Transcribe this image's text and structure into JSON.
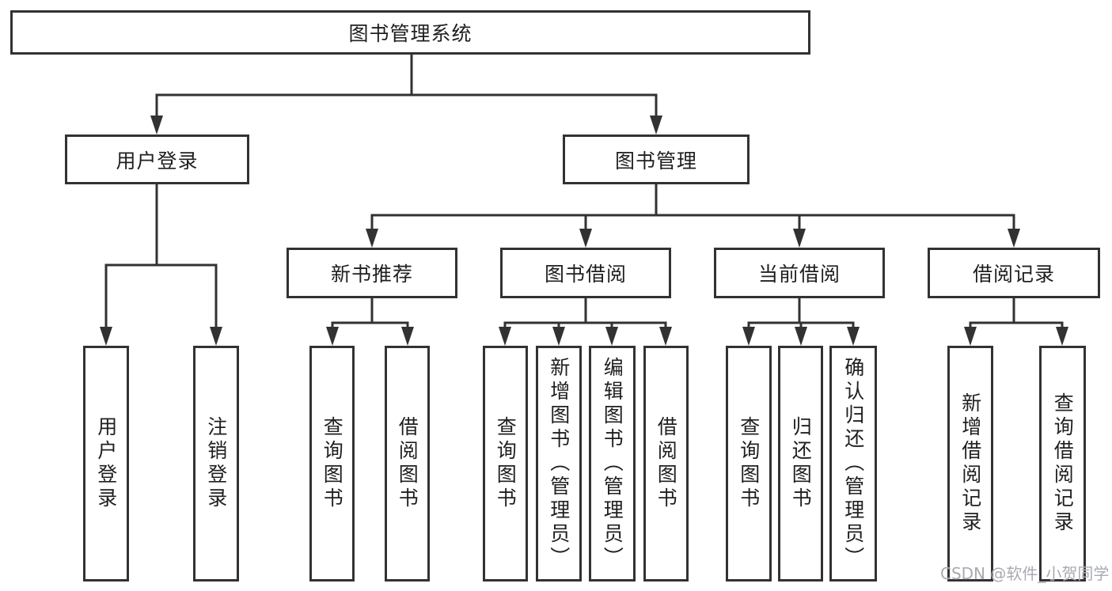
{
  "colors": {
    "line": "#323232",
    "text": "#1f1f1f",
    "background": "#ffffff",
    "watermark": "#a2a7ac"
  },
  "watermark": "CSDN @软件_小贺同学",
  "tree": {
    "root": {
      "label": "图书管理系统",
      "children": [
        {
          "label": "用户登录",
          "children": [
            {
              "label": "用户登录"
            },
            {
              "label": "注销登录"
            }
          ]
        },
        {
          "label": "图书管理",
          "children": [
            {
              "label": "新书推荐",
              "children": [
                {
                  "label": "查询图书"
                },
                {
                  "label": "借阅图书"
                }
              ]
            },
            {
              "label": "图书借阅",
              "children": [
                {
                  "label": "查询图书"
                },
                {
                  "label": "新增图书（管理员）"
                },
                {
                  "label": "编辑图书（管理员）"
                },
                {
                  "label": "借阅图书"
                }
              ]
            },
            {
              "label": "当前借阅",
              "children": [
                {
                  "label": "查询图书"
                },
                {
                  "label": "归还图书"
                },
                {
                  "label": "确认归还（管理员）"
                }
              ]
            },
            {
              "label": "借阅记录",
              "children": [
                {
                  "label": "新增借阅记录"
                },
                {
                  "label": "查询借阅记录"
                }
              ]
            }
          ]
        }
      ]
    }
  }
}
